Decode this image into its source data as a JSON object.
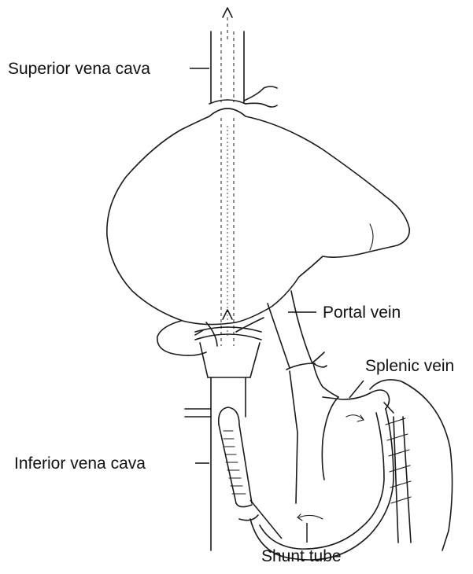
{
  "labels": {
    "superior_vena_cava": "Superior vena cava",
    "portal_vein": "Portal vein",
    "splenic_vein": "Splenic vein",
    "inferior_vena_cava": "Inferior vena cava",
    "shunt_tube": "Shunt tube"
  }
}
